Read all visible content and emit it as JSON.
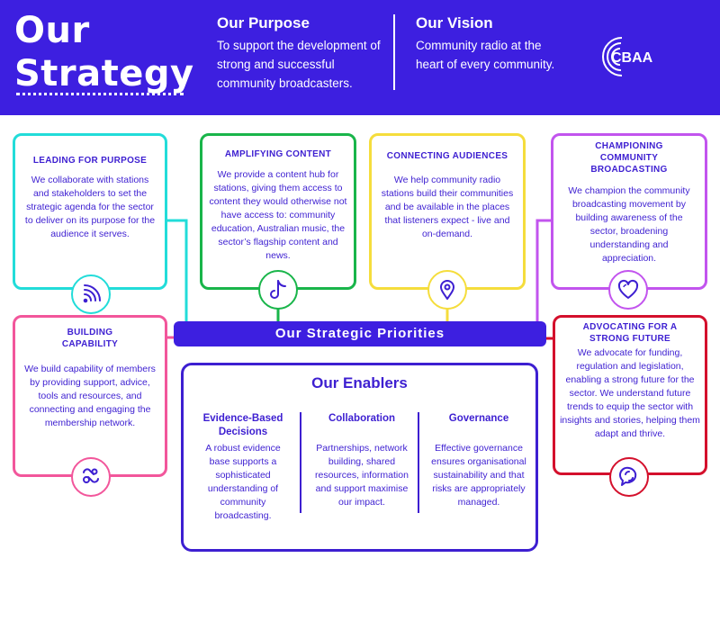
{
  "header": {
    "title_line1": "Our",
    "title_line2": "Strategy",
    "purpose_heading": "Our Purpose",
    "purpose_text": "To support the development of strong and successful community broadcasters.",
    "vision_heading": "Our Vision",
    "vision_text": "Community radio at the heart of every community.",
    "logo_text": "CBAA"
  },
  "colors": {
    "brand": "#3d1fe0",
    "teal": "#22dcd9",
    "green": "#19b54a",
    "yellow": "#f5dd3c",
    "purple": "#c254ee",
    "pink": "#f2569b",
    "red": "#d4102c"
  },
  "cards": {
    "leading": {
      "title": "LEADING FOR PURPOSE",
      "text": "We collaborate with stations and stakeholders to set the strategic agenda for the sector to deliver on its purpose for the audience it serves.",
      "icon": "radio-waves-icon"
    },
    "amplifying": {
      "title": "AMPLIFYING CONTENT",
      "text": "We provide a content hub for stations, giving them access to content they would otherwise not have access to: community education, Australian music, the sector’s flagship content and news.",
      "icon": "music-note-icon"
    },
    "connecting": {
      "title": "CONNECTING AUDIENCES",
      "text": "We help community radio stations build their communities and be available in the places that listeners expect - live and on-demand.",
      "icon": "location-pin-icon"
    },
    "championing": {
      "title": "CHAMPIONING COMMUNITY BROADCASTING",
      "text": "We champion the community broadcasting movement by building awareness of the sector, broadening understanding and appreciation.",
      "icon": "heart-icon"
    },
    "building": {
      "title": "BUILDING CAPABILITY",
      "text": "We build capability of members by providing support, advice, tools and resources, and connecting and engaging the membership network.",
      "icon": "handshake-icon"
    },
    "advocating": {
      "title": "ADVOCATING FOR A STRONG FUTURE",
      "text": "We advocate for funding, regulation and legislation, enabling a strong future for the sector. We understand future trends to equip the sector with insights and stories, helping them adapt and thrive.",
      "icon": "speech-bubble-icon"
    }
  },
  "priorities_label": "Our Strategic Priorities",
  "enablers": {
    "title": "Our Enablers",
    "columns": [
      {
        "heading": "Evidence-Based Decisions",
        "text": "A robust evidence base supports a sophisticated understanding of community broadcasting."
      },
      {
        "heading": "Collaboration",
        "text": "Partnerships, network building, shared resources, information and support maximise our impact."
      },
      {
        "heading": "Governance",
        "text": "Effective governance ensures organisational sustainability and that risks are appropriately managed."
      }
    ]
  }
}
